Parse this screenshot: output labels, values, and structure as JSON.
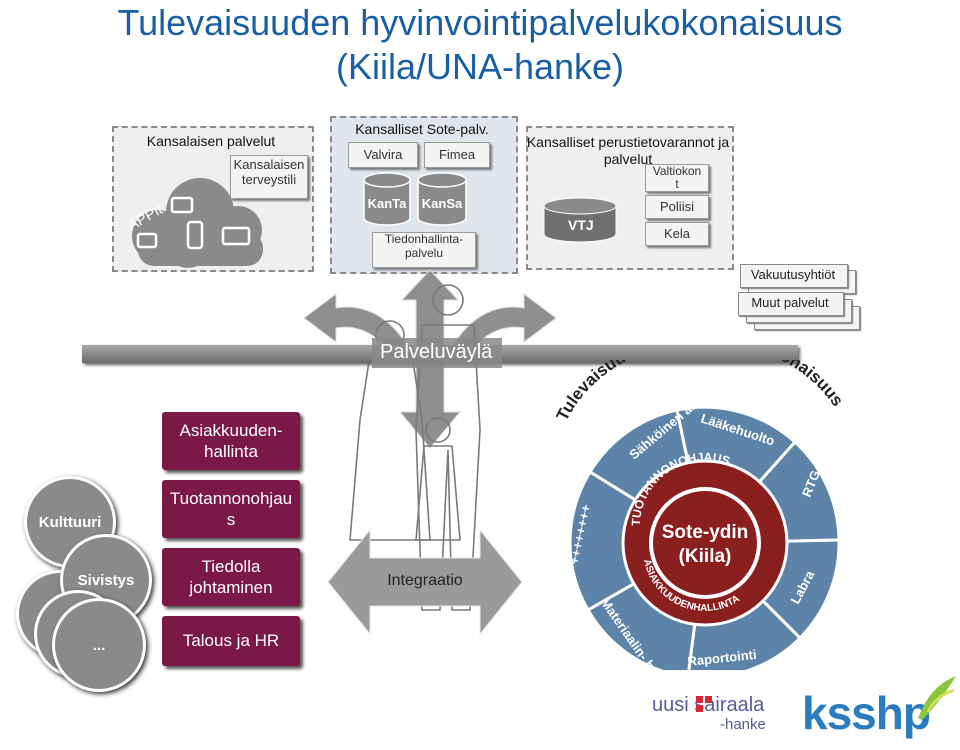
{
  "title": {
    "line1": "Tulevaisuuden hyvinvointipalvelukokonaisuus",
    "line2": "(Kiila/UNA-hanke)"
  },
  "panels": {
    "citizen": {
      "title": "Kansalaisen palvelut",
      "wellbeing": "Kansalaisen terveystili",
      "apps": "APPit"
    },
    "national_sote": {
      "title": "Kansalliset Sote-palv.",
      "valvira": "Valvira",
      "fimea": "Fimea",
      "kanta": "KanTa",
      "kansa": "KanSa",
      "tiedonhallinta": "Tiedonhallinta-\npalvelu"
    },
    "national_registers": {
      "title": "Kansalliset perustietovarannot ja palvelut",
      "vtj": "VTJ",
      "valtiokont": "Valtiokon\nt",
      "poliisi": "Poliisi",
      "kela": "Kela"
    },
    "vakuutusyhtiot": "Vakuutusyhtiöt",
    "muut_palvelut": "Muut palvelut"
  },
  "bus": {
    "label": "Palveluväylä"
  },
  "integration": {
    "label": "Integraatio"
  },
  "left_boxes": [
    "Asiakkuuden-\nhallinta",
    "Tuotannonohjau\ns",
    "Tiedolla\njohtaminen",
    "Talous ja HR"
  ],
  "circles": [
    "Kulttuuri",
    "Sivistys",
    "..."
  ],
  "wheel": {
    "arc_title": "Tulevaisuuden sotepalvelukokonaisuus",
    "segments": [
      "Sähköinen asiointi",
      "Lääkehuolto",
      "RTG",
      "Labra",
      "Raportointi",
      "Materiaalin-\nhallinta",
      "++++++++"
    ],
    "core_line1": "Sote-ydin",
    "core_line2": "(Kiila)",
    "ring_top": "TUOTANNONOHJAUS",
    "ring_bottom": "ASIAKKUUDENHALLINTA"
  },
  "logos": {
    "uusi_sairaala": "uusi sairaala",
    "hanke": "-hanke",
    "ksshp": "ksshp"
  },
  "colors": {
    "title_blue": "#1a5fa5",
    "maroon": "#7a1848",
    "wheel_blue": "#5d83a8",
    "core_red": "#8a1f1f"
  }
}
